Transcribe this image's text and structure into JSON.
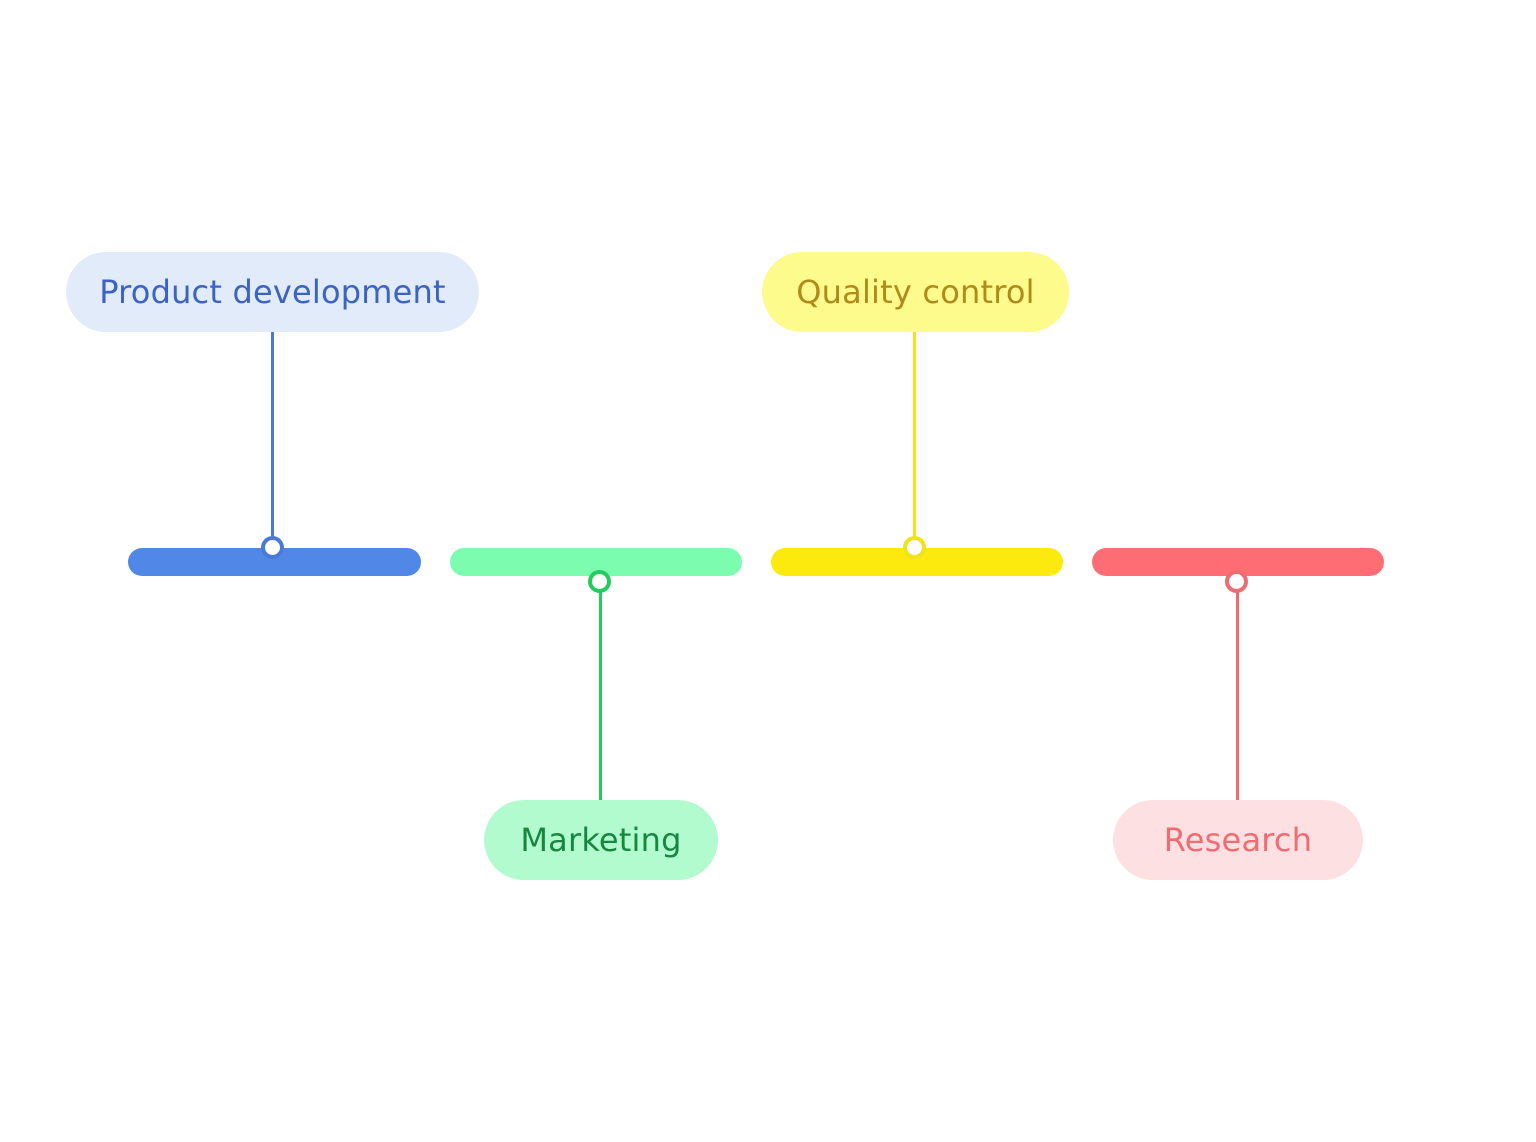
{
  "diagram": {
    "branches": [
      {
        "label": "Product development",
        "position": "above",
        "bar_color": "#5187e6",
        "line_color": "#4a7ad8",
        "pill_bg": "#e1ebfa",
        "text_color": "#3a63c2"
      },
      {
        "label": "Marketing",
        "position": "below",
        "bar_color": "#7cfcae",
        "line_color": "#23cc5f",
        "pill_bg": "#b1fbcf",
        "text_color": "#16873f"
      },
      {
        "label": "Quality control",
        "position": "above",
        "bar_color": "#fcea0f",
        "line_color": "#f2e21a",
        "pill_bg": "#fcfb8c",
        "text_color": "#b08a1a"
      },
      {
        "label": "Research",
        "position": "below",
        "bar_color": "#ff6d74",
        "line_color": "#ef6b72",
        "pill_bg": "#fde0e1",
        "text_color": "#f16b72"
      }
    ]
  }
}
